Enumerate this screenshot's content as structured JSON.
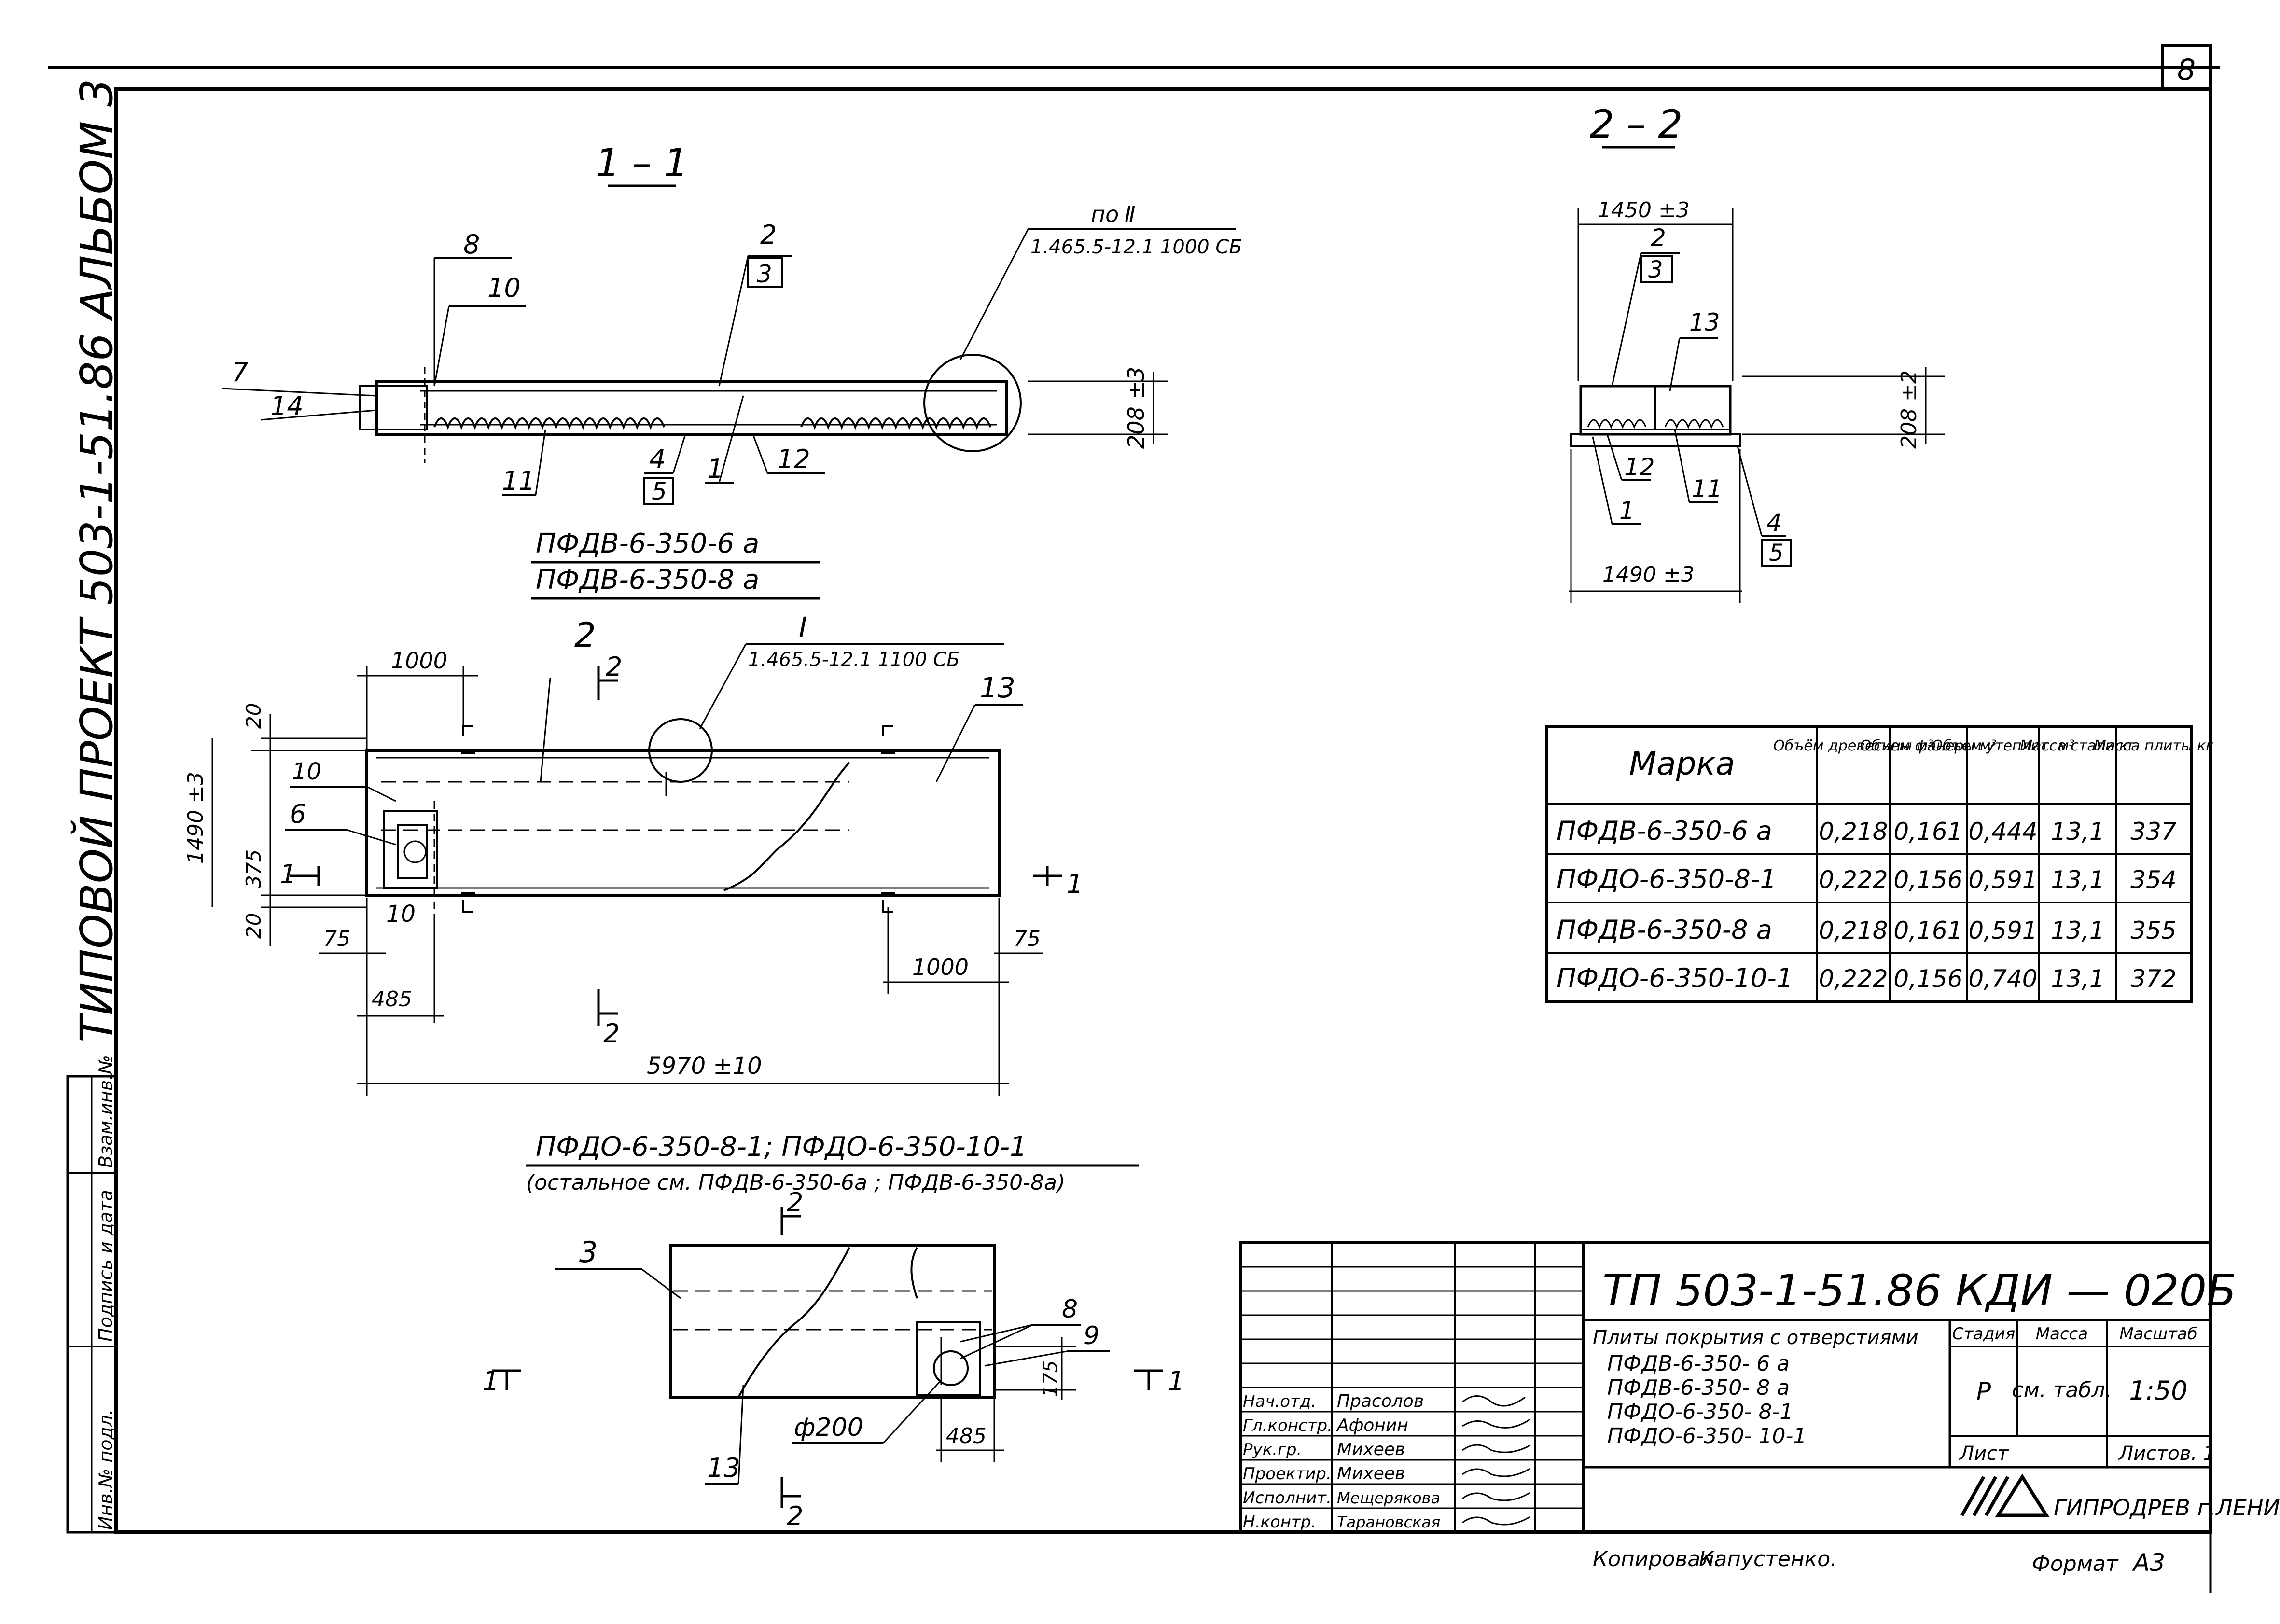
{
  "sheet": {
    "page_number": "8",
    "side_title": "ТИПОВОЙ ПРОЕКТ 503-1-51.86 АЛЬБОМ 3",
    "side_fields": [
      "Инв.№ подл.",
      "Подпись и дата",
      "Взам.инв.№"
    ],
    "copied_label": "Копировал:",
    "copied_name": "Капустенко.",
    "format_label": "Формат",
    "format_value": "А3"
  },
  "section_1_1": {
    "title": "1 – 1",
    "callouts": [
      "8",
      "10",
      "7",
      "14",
      "2",
      "3",
      "11",
      "4",
      "5",
      "1",
      "12"
    ],
    "ref_prefix": "по",
    "ref_mark": "Ⅱ",
    "ref": "1.465.5-12.1 1000 СБ",
    "dim_height": "208 ±3"
  },
  "section_2_2": {
    "title": "2 – 2",
    "dim_top": "1450 ±3",
    "dim_bottom": "1490 ±3",
    "dim_height": "208 ±2",
    "callouts": [
      "2",
      "3",
      "13",
      "12",
      "1",
      "11",
      "4",
      "5"
    ]
  },
  "plan_top": {
    "titles": [
      "ПФДВ-6-350-6 а",
      "ПФДВ-6-350-8 а"
    ],
    "detail_mark": "I",
    "ref": "1.465.5-12.1 1100 СБ",
    "dims": [
      "1000",
      "20",
      "1490 ±3",
      "375",
      "20",
      "75",
      "485",
      "5970 ±10",
      "1000",
      "75"
    ],
    "callouts": [
      "2",
      "13",
      "10",
      "6",
      "10"
    ],
    "cut_marks": [
      "2",
      "1",
      "1",
      "2"
    ]
  },
  "plan_bottom": {
    "title": "ПФДО-6-350-8-1; ПФДО-6-350-10-1",
    "subtitle": "(остальное см. ПФДВ-6-350-6а ; ПФДВ-6-350-8а)",
    "callouts": [
      "3",
      "8",
      "9",
      "13"
    ],
    "dims": [
      "175",
      "ф200",
      "485"
    ],
    "cut_marks": [
      "2",
      "1",
      "1",
      "2"
    ]
  },
  "spec_table": {
    "headers": [
      "Марка",
      "Объём древесины м³",
      "Объем фанеры м³",
      "Объем утеплит. м³",
      "Масса стали кг",
      "Масса плиты кг"
    ],
    "rows": [
      [
        "ПФДВ-6-350-6 а",
        "0,218",
        "0,161",
        "0,444",
        "13,1",
        "337"
      ],
      [
        "ПФДО-6-350-8-1",
        "0,222",
        "0,156",
        "0,591",
        "13,1",
        "354"
      ],
      [
        "ПФДВ-6-350-8 а",
        "0,218",
        "0,161",
        "0,591",
        "13,1",
        "355"
      ],
      [
        "ПФДО-6-350-10-1",
        "0,222",
        "0,156",
        "0,740",
        "13,1",
        "372"
      ]
    ]
  },
  "title_block": {
    "doc_number": "ТП 503-1-51.86 КДИ — 020Б",
    "description": [
      "Плиты покрытия с отверстиями",
      "ПФДВ-6-350- 6 а",
      "ПФДВ-6-350- 8 а",
      "ПФДО-6-350- 8-1",
      "ПФДО-6-350- 10-1"
    ],
    "stage_label": "Стадия",
    "mass_label": "Масса",
    "scale_label": "Масштаб",
    "stage": "Р",
    "mass": "см. табл.",
    "scale": "1:50",
    "sheet_label": "Лист",
    "sheets_label": "Листов. 1",
    "org": "ГИПРОДРЕВ г.ЛЕНИНГРАД",
    "roles": [
      {
        "role": "Нач.отд.",
        "name": "Прасолов"
      },
      {
        "role": "Гл.констр.",
        "name": "Афонин"
      },
      {
        "role": "Рук.гр.",
        "name": "Михеев"
      },
      {
        "role": "Проектир.",
        "name": "Михеев"
      },
      {
        "role": "Исполнит.",
        "name": "Мещерякова"
      },
      {
        "role": "Н.контр.",
        "name": "Тарановская"
      }
    ]
  }
}
